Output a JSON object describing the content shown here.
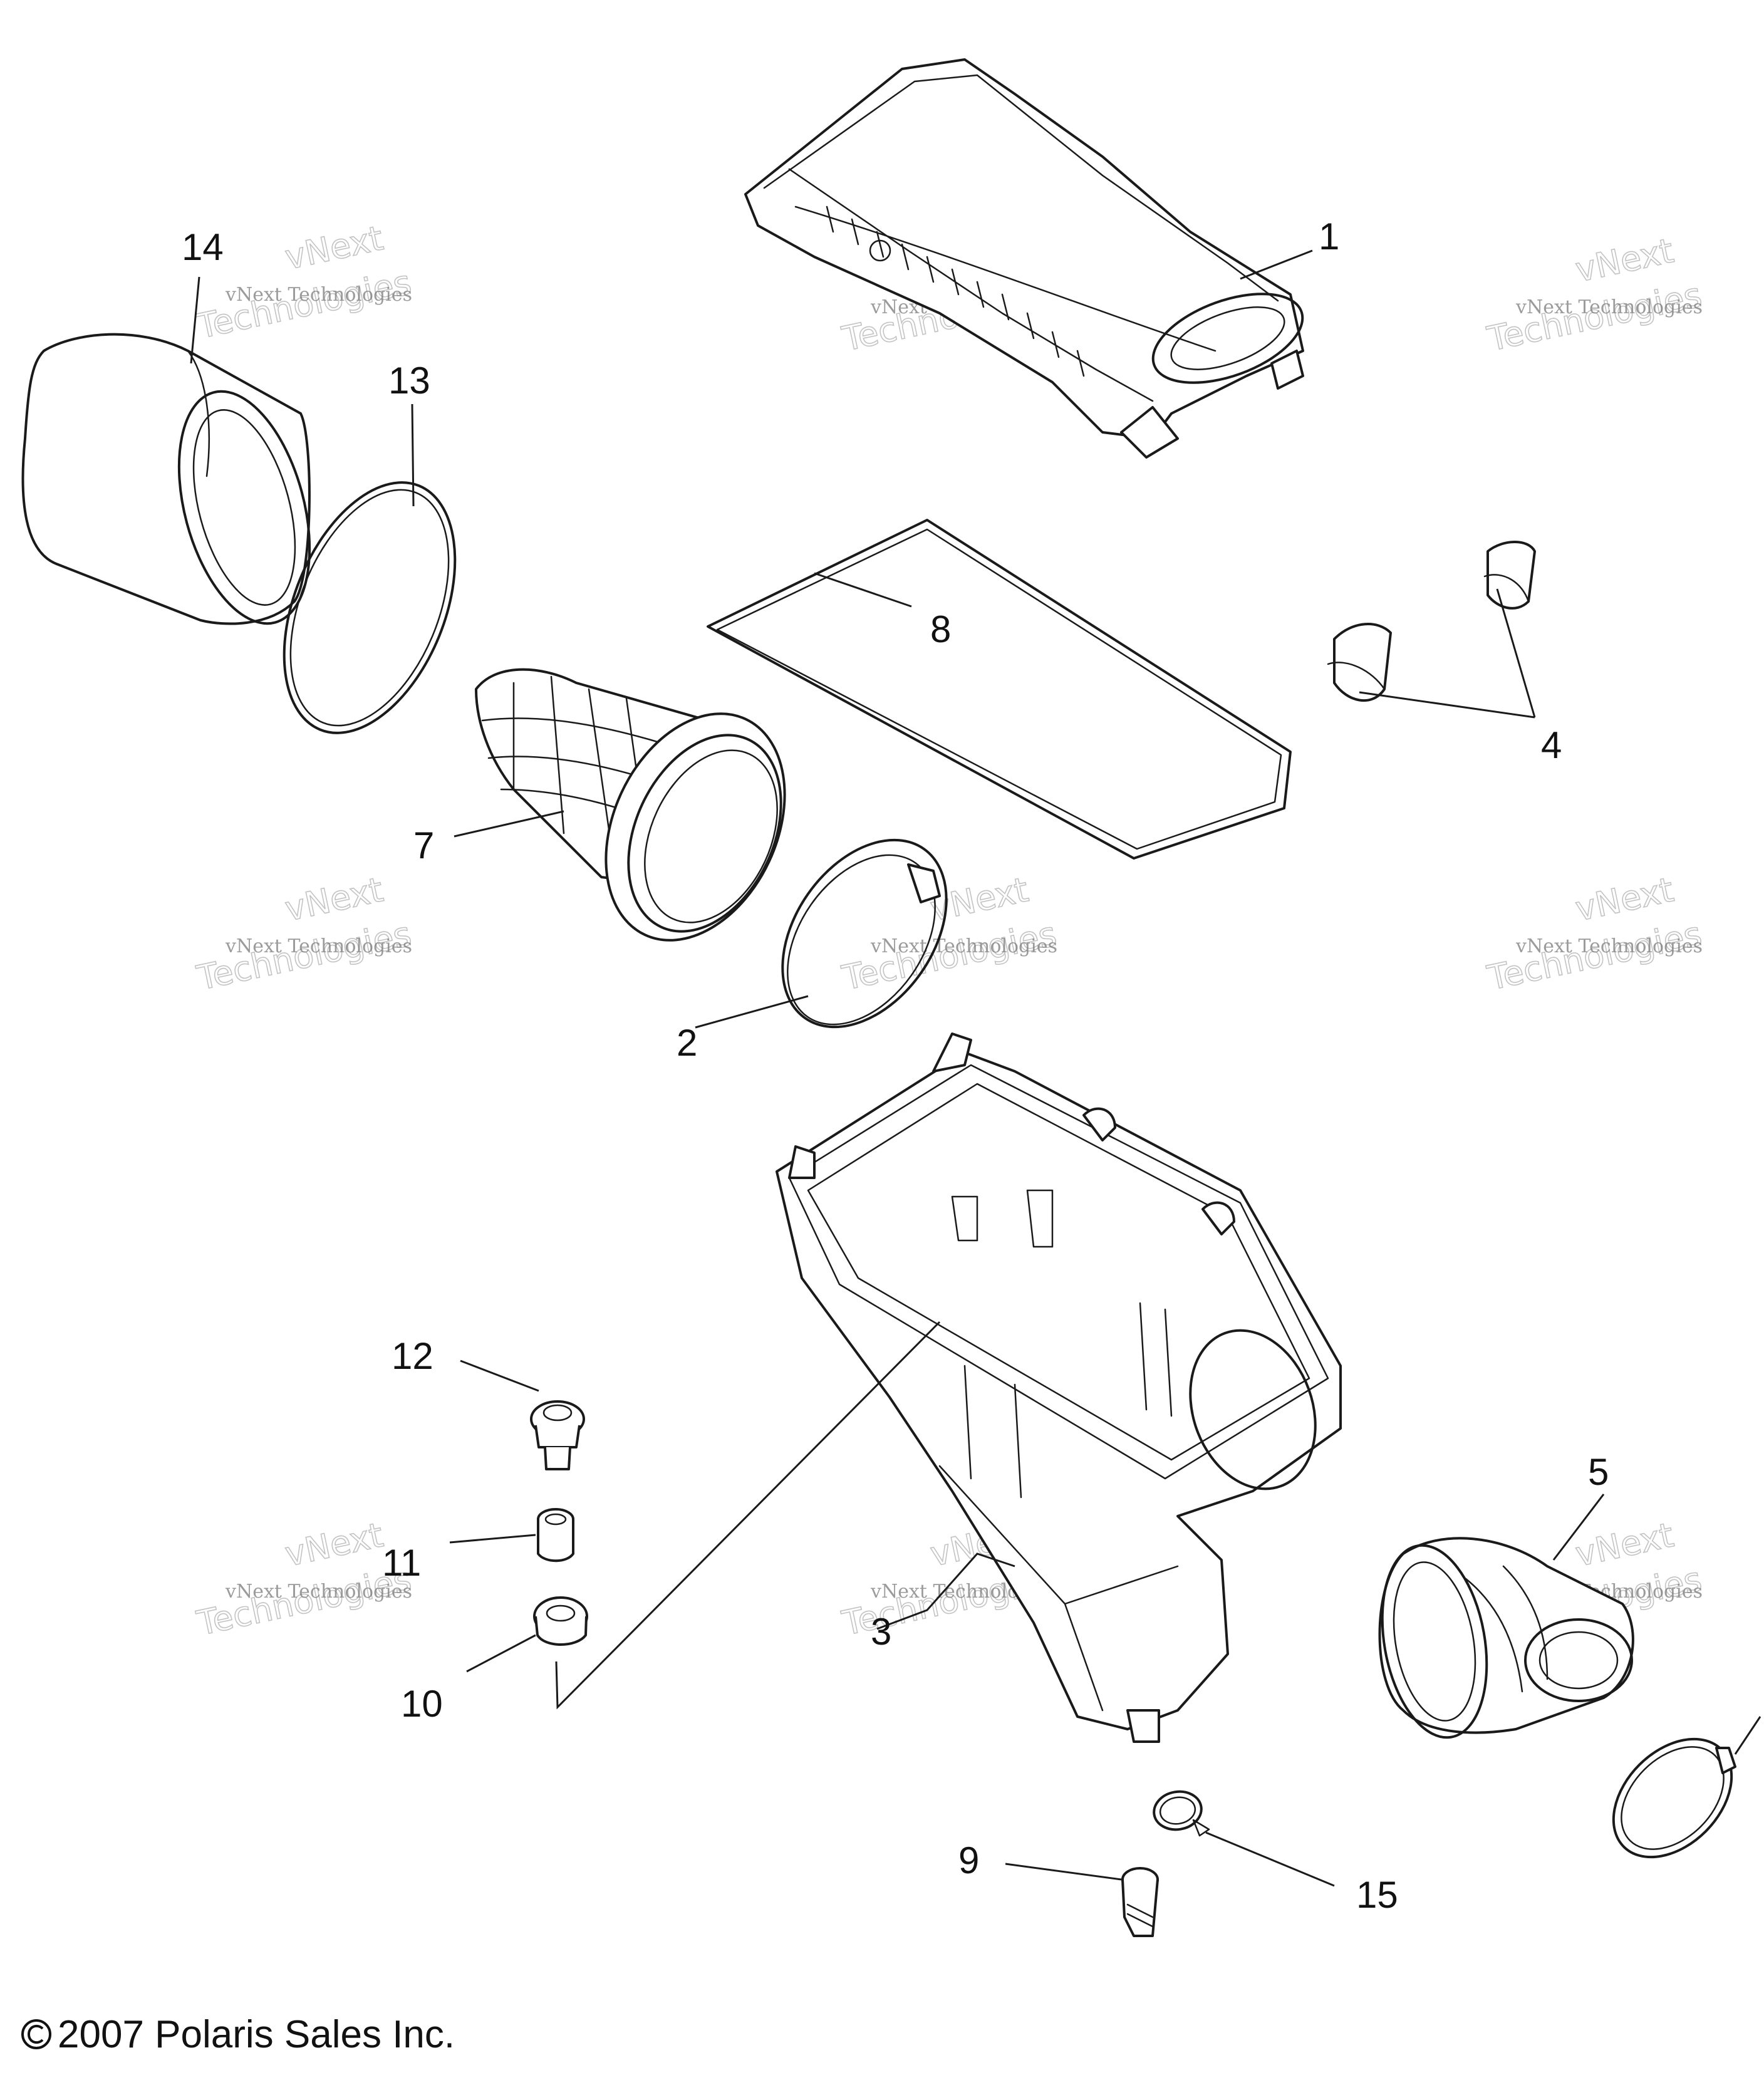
{
  "diagram": {
    "callouts": {
      "c1": "1",
      "c2": "2",
      "c3": "3",
      "c4": "4",
      "c5": "5",
      "c7": "7",
      "c8": "8",
      "c9": "9",
      "c10": "10",
      "c11": "11",
      "c12": "12",
      "c13": "13",
      "c14": "14",
      "c15": "15"
    },
    "watermark": {
      "line_small": "vNext Technologies",
      "line_big_1": "vNext",
      "line_big_2": "Technologies"
    },
    "copyright": "2007 Polaris Sales Inc."
  }
}
